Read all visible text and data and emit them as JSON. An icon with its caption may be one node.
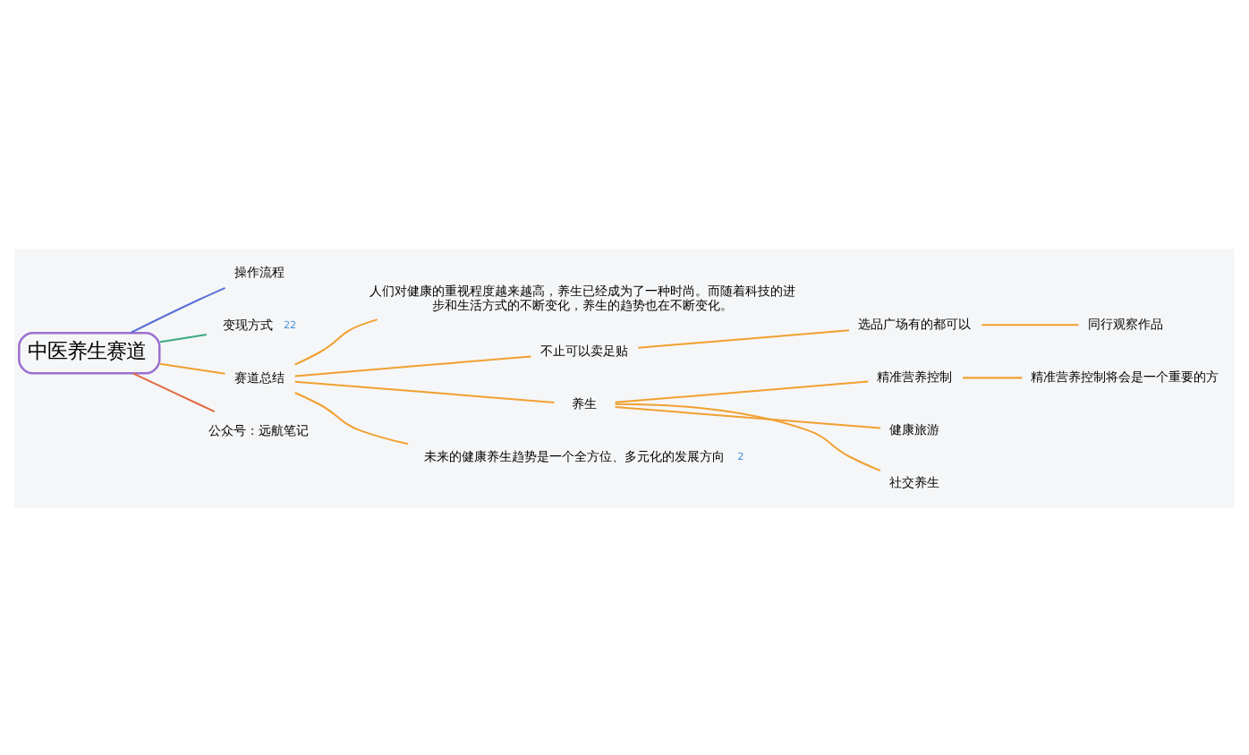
{
  "diagram": {
    "nodes": [
      {
        "text": [
          "中医养生赛道"
        ]
      },
      {
        "text": [
          "操作流程"
        ]
      },
      {
        "text": [
          "变现方式"
        ],
        "beside": [
          "22"
        ]
      },
      {
        "text": [
          "赛道总结"
        ]
      },
      {
        "text": [
          "人们对健康的重视程度越来越高，养生已经成为了一种时尚。而随着科技的进步和生活方式的不断变化，养生的趋势也在不断变化。"
        ]
      },
      {
        "text": [
          "不止可以卖足贴"
        ]
      },
      {
        "text": [
          "选品广场有的都可以"
        ]
      },
      {
        "text": [
          "同行观察作品"
        ]
      },
      {
        "text": [
          "养生"
        ]
      },
      {
        "text": [
          "精准营养控制"
        ]
      },
      {
        "text": [
          "精准营养控制将会是一个重要的方"
        ]
      },
      {
        "text": [
          "健康旅游"
        ]
      },
      {
        "text": [
          "社交养生"
        ]
      },
      {
        "text": [
          "未来的健康养生趋势是一个全方位、多元化的发展方向"
        ],
        "beside": [
          "2"
        ]
      },
      {
        "text": [
          "公众号：远航笔记"
        ]
      }
    ],
    "edges": [
      {
        "from": 0,
        "to": 1,
        "arrow": "none",
        "color": "#5a6fd8"
      },
      {
        "from": 0,
        "to": 2,
        "arrow": "none",
        "color": "#3aaa80"
      },
      {
        "from": 0,
        "to": 3,
        "arrow": "none"
      },
      {
        "from": 3,
        "to": 4,
        "arrow": "none"
      },
      {
        "from": 3,
        "to": 5,
        "arrow": "none"
      },
      {
        "from": 5,
        "to": 6,
        "arrow": "none"
      },
      {
        "from": 6,
        "to": 7,
        "arrow": "none"
      },
      {
        "from": 3,
        "to": 8,
        "arrow": "none"
      },
      {
        "from": 8,
        "to": 9,
        "arrow": "none"
      },
      {
        "from": 9,
        "to": 10,
        "arrow": "none"
      },
      {
        "from": 8,
        "to": 11,
        "arrow": "none"
      },
      {
        "from": 8,
        "to": 12,
        "arrow": "none"
      },
      {
        "from": 3,
        "to": 13,
        "arrow": "none"
      },
      {
        "from": 0,
        "to": 14,
        "arrow": "none",
        "color": "#e06a40"
      }
    ]
  }
}
